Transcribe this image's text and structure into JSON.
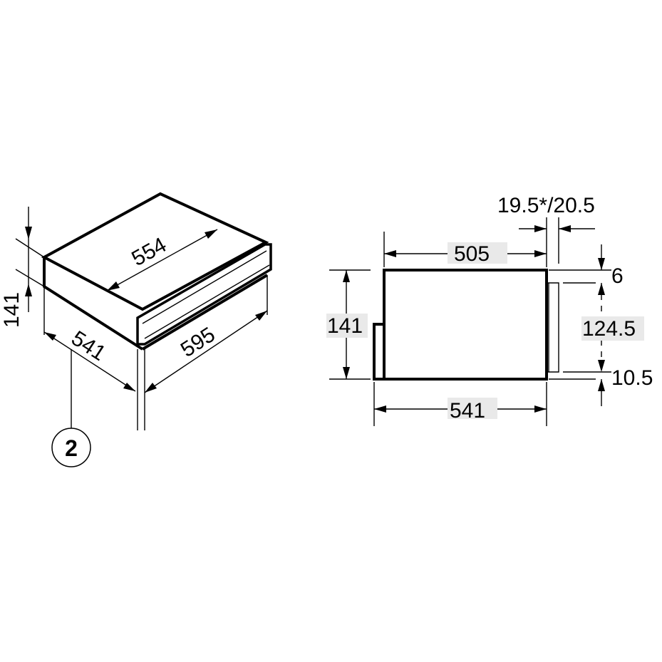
{
  "callout": {
    "number": "2"
  },
  "perspective_view": {
    "width": "595",
    "depth": "554",
    "height": "141",
    "body_depth": "541"
  },
  "side_view": {
    "top_gap": "19.5*/20.5",
    "body_depth": "505",
    "height": "141",
    "overall_depth": "541",
    "top_offset": "6",
    "front_height": "124.5",
    "bottom_offset": "10.5"
  }
}
